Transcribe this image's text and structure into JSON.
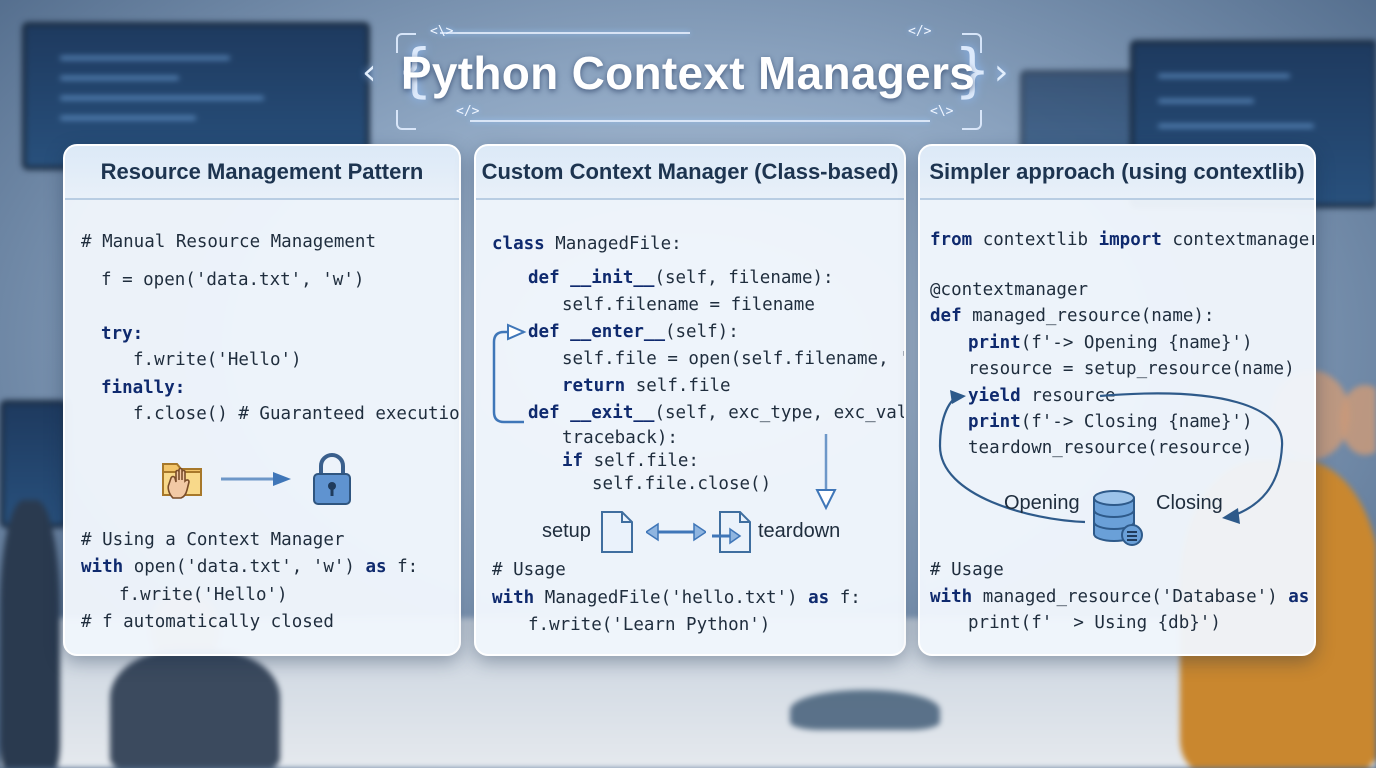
{
  "title": "Python Context Managers",
  "decor": {
    "tag_left_top": "<\\>",
    "tag_right_top": "</>",
    "tag_left_bottom": "</>",
    "tag_right_bottom": "<\\>"
  },
  "panels": [
    {
      "title": "Resource Management Pattern",
      "lines": [
        "# Manual Resource Management",
        "f = open('data.txt', 'w')",
        "try:",
        "f.write('Hello')",
        "finally:",
        "f.close() # Guaranteed execution",
        "# Using a Context Manager",
        "with open('data.txt', 'w') as f:",
        "f.write('Hello')",
        "# f automatically closed"
      ],
      "icons": [
        "folder-hand-icon",
        "arrow-right-icon",
        "padlock-icon"
      ]
    },
    {
      "title": "Custom Context Manager (Class-based)",
      "lines": [
        "class ManagedFile:",
        "def __init__(self, filename):",
        "self.filename = filename",
        "def __enter__(self):",
        "self.file = open(self.filename, 'w')",
        "return self.file",
        "def __exit__(self, exc_type, exc_value,",
        "traceback):",
        "if self.file:",
        "self.file.close()",
        "# Usage",
        "with ManagedFile('hello.txt') as f:",
        "f.write('Learn Python')"
      ],
      "setup_label": "setup",
      "teardown_label": "teardown",
      "icons": [
        "document-icon",
        "double-arrow-icon",
        "document-arrow-icon"
      ]
    },
    {
      "title": "Simpler approach (using contextlib)",
      "lines": [
        "from contextlib import contextmanager",
        "@contextmanager",
        "def managed_resource(name):",
        "print(f'-> Opening {name}')",
        "resource = setup_resource(name)",
        "yield resource",
        "print(f'-> Closing {name}')",
        "teardown_resource(resource)",
        "# Usage",
        "with managed_resource('Database') as db:",
        "print(f'  > Using {db}')"
      ],
      "opening_label": "Opening",
      "closing_label": "Closing",
      "icons": [
        "database-icon"
      ]
    }
  ]
}
